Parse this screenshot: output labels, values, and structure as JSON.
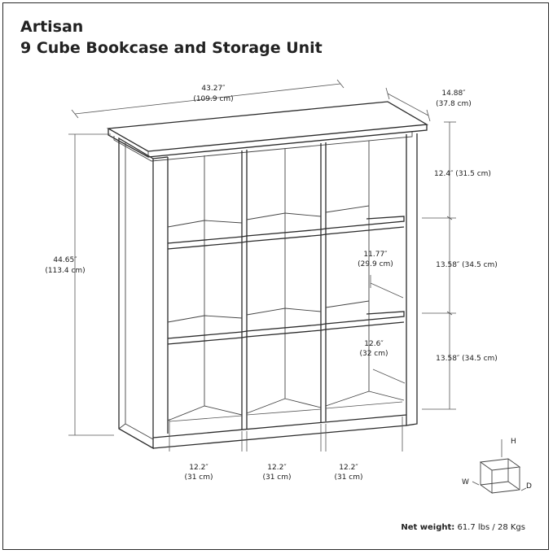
{
  "title": {
    "brand": "Artisan",
    "product": "9 Cube Bookcase and Storage Unit"
  },
  "dimensions": {
    "width_in": "43.27″",
    "width_cm": "(109.9 cm)",
    "depth_in": "14.88″",
    "depth_cm": "(37.8 cm)",
    "height_in": "44.65″",
    "height_cm": "(113.4 cm)",
    "row_top": "12.4″ (31.5 cm)",
    "row_middle": "13.58″ (34.5 cm)",
    "row_bottom": "13.58″ (34.5 cm)",
    "inner_depth_in": "11.77″",
    "inner_depth_cm": "(29.9 cm)",
    "inner_height_in": "12.6″",
    "inner_height_cm": "(32 cm)",
    "col1_in": "12.2″",
    "col1_cm": "(31 cm)",
    "col2_in": "12.2″",
    "col2_cm": "(31 cm)",
    "col3_in": "12.2″",
    "col3_cm": "(31 cm)"
  },
  "axes": {
    "h": "H",
    "w": "W",
    "d": "D"
  },
  "weight": {
    "label": "Net weight:",
    "value": " 61.7 lbs / 28 Kgs"
  }
}
